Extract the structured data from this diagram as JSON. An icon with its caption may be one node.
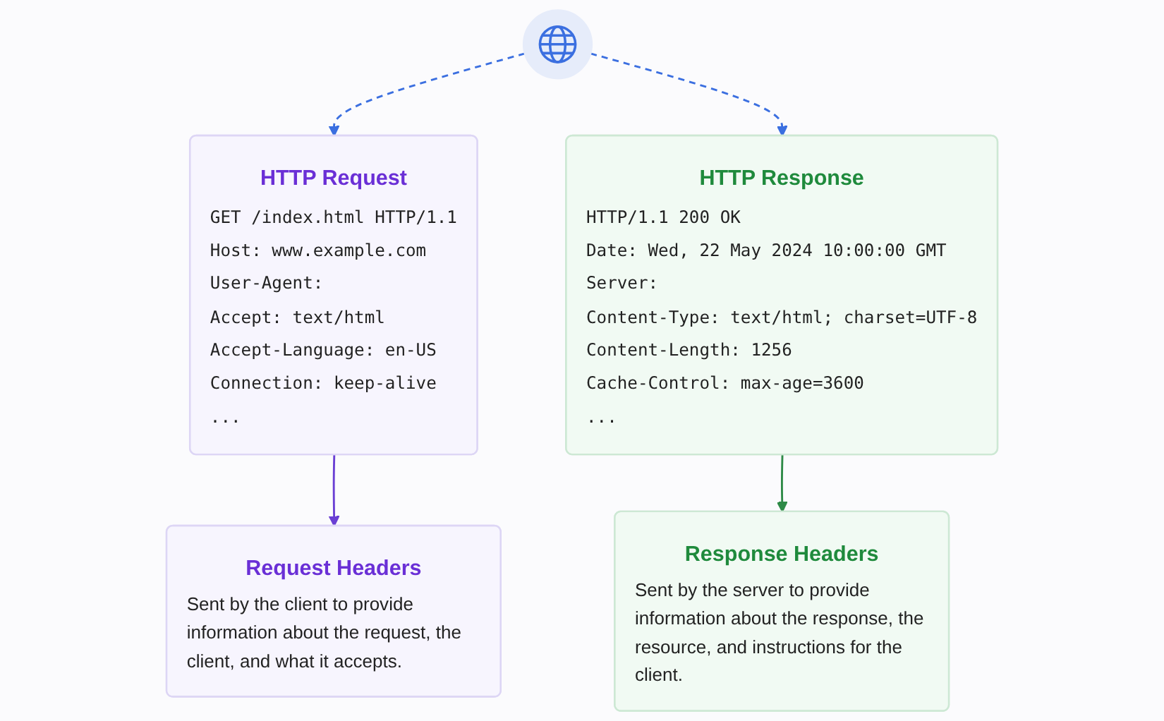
{
  "diagram": {
    "nodes": [
      {
        "text": [
          "HTTP Request",
          "GET /index.html HTTP/1.1",
          "Host: www.example.com",
          "User-Agent:",
          "Accept: text/html",
          "Accept-Language: en-US",
          "Connection: keep-alive",
          "..."
        ]
      },
      {
        "text": [],
        "shape": "circle"
      },
      {
        "text": [
          "HTTP Response",
          "HTTP/1.1 200 OK",
          "Date: Wed, 22 May 2024 10:00:00 GMT",
          "Server:",
          "Content-Type: text/html; charset=UTF-8",
          "Content-Length: 1256",
          "Cache-Control: max-age=3600",
          "..."
        ]
      },
      {
        "text": [
          "Request Headers",
          "Sent by the client to provide information about the request, the client, and what it accepts."
        ]
      },
      {
        "text": [
          "Response Headers",
          "Sent by the server to provide information about the response, the resource, and instructions for the client."
        ]
      }
    ],
    "edges": [
      {
        "from": 1,
        "to": 0,
        "arrow": "to",
        "style": "dashed",
        "color": "#3b6fe0"
      },
      {
        "from": 1,
        "to": 2,
        "arrow": "to",
        "style": "dashed",
        "color": "#3b6fe0"
      },
      {
        "from": 0,
        "to": 3,
        "arrow": "to",
        "color": "#6a3fd4"
      },
      {
        "from": 2,
        "to": 4,
        "arrow": "to",
        "color": "#2e8a47"
      }
    ]
  }
}
